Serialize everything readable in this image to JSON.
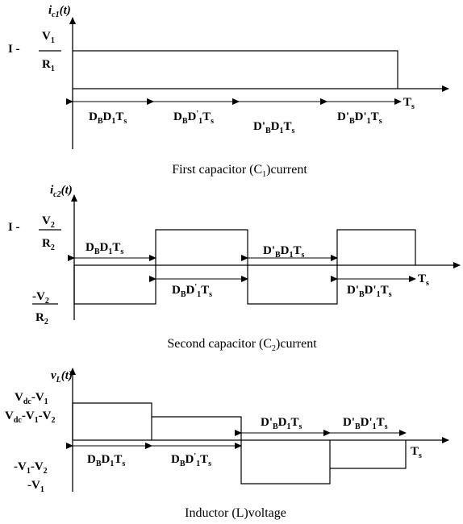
{
  "panel1": {
    "y_axis": {
      "main": "i",
      "sub": "c1",
      "tail": "(t)"
    },
    "level_prefix": "I -",
    "level_num": {
      "main": "V",
      "sub": "1"
    },
    "level_den": {
      "main": "R",
      "sub": "1"
    },
    "intervals": [
      [
        {
          "t": "D"
        },
        {
          "t": "B",
          "s": 1
        },
        {
          "t": "D"
        },
        {
          "t": "1",
          "s": 1
        },
        {
          "t": "T"
        },
        {
          "t": "s",
          "s": 1
        }
      ],
      [
        {
          "t": "D"
        },
        {
          "t": "B",
          "s": 1
        },
        {
          "t": "D"
        },
        {
          "t": "'",
          "sup": 1
        },
        {
          "t": "1",
          "s": 1
        },
        {
          "t": "T"
        },
        {
          "t": "s",
          "s": 1
        }
      ],
      [
        {
          "t": "D'"
        },
        {
          "t": "B",
          "s": 1
        },
        {
          "t": "D"
        },
        {
          "t": "1",
          "s": 1
        },
        {
          "t": "T"
        },
        {
          "t": "s",
          "s": 1
        }
      ],
      [
        {
          "t": "D'"
        },
        {
          "t": "B",
          "s": 1
        },
        {
          "t": "D'"
        },
        {
          "t": "1",
          "s": 1
        },
        {
          "t": "T"
        },
        {
          "t": "s",
          "s": 1
        }
      ]
    ],
    "period": {
      "main": "T",
      "sub": "s"
    },
    "caption": [
      {
        "t": "First capacitor (C"
      },
      {
        "t": "1",
        "s": 1
      },
      {
        "t": ")current"
      }
    ]
  },
  "panel2": {
    "y_axis": {
      "main": "i",
      "sub": "c2",
      "tail": "(t)"
    },
    "level_prefix": "I -",
    "level_num": {
      "main": "V",
      "sub": "2"
    },
    "level_den": {
      "main": "R",
      "sub": "2"
    },
    "neg_num": {
      "main": "-V",
      "sub": "2"
    },
    "neg_den": {
      "main": "R",
      "sub": "2"
    },
    "intervals": [
      [
        {
          "t": "D"
        },
        {
          "t": "B",
          "s": 1
        },
        {
          "t": "D"
        },
        {
          "t": "1",
          "s": 1
        },
        {
          "t": "T"
        },
        {
          "t": "s",
          "s": 1
        }
      ],
      [
        {
          "t": "D"
        },
        {
          "t": "B",
          "s": 1
        },
        {
          "t": "D"
        },
        {
          "t": "'",
          "sup": 1
        },
        {
          "t": "1",
          "s": 1
        },
        {
          "t": "T"
        },
        {
          "t": "s",
          "s": 1
        }
      ],
      [
        {
          "t": "D'"
        },
        {
          "t": "B",
          "s": 1
        },
        {
          "t": "D"
        },
        {
          "t": "1",
          "s": 1
        },
        {
          "t": "T"
        },
        {
          "t": "s",
          "s": 1
        }
      ],
      [
        {
          "t": "D'"
        },
        {
          "t": "B",
          "s": 1
        },
        {
          "t": "D'"
        },
        {
          "t": "1",
          "s": 1
        },
        {
          "t": "T"
        },
        {
          "t": "s",
          "s": 1
        }
      ]
    ],
    "period": {
      "main": "T",
      "sub": "s"
    },
    "caption": [
      {
        "t": "Second capacitor (C"
      },
      {
        "t": "2",
        "s": 1
      },
      {
        "t": ")current"
      }
    ]
  },
  "panel3": {
    "y_axis": {
      "main": "v",
      "sub": "L",
      "tail": "(t)"
    },
    "levels": [
      [
        {
          "t": "V"
        },
        {
          "t": "dc",
          "s": 1
        },
        {
          "t": "-V"
        },
        {
          "t": "1",
          "s": 1
        }
      ],
      [
        {
          "t": "V"
        },
        {
          "t": "dc",
          "s": 1
        },
        {
          "t": "-V"
        },
        {
          "t": "1",
          "s": 1
        },
        {
          "t": "-V"
        },
        {
          "t": "2",
          "s": 1
        }
      ],
      [
        {
          "t": "-V"
        },
        {
          "t": "1",
          "s": 1
        },
        {
          "t": "-V"
        },
        {
          "t": "2",
          "s": 1
        }
      ],
      [
        {
          "t": "-V"
        },
        {
          "t": "1",
          "s": 1
        }
      ]
    ],
    "intervals": [
      [
        {
          "t": "D"
        },
        {
          "t": "B",
          "s": 1
        },
        {
          "t": "D"
        },
        {
          "t": "1",
          "s": 1
        },
        {
          "t": "T"
        },
        {
          "t": "s",
          "s": 1
        }
      ],
      [
        {
          "t": "D"
        },
        {
          "t": "B",
          "s": 1
        },
        {
          "t": "D"
        },
        {
          "t": "'",
          "sup": 1
        },
        {
          "t": "1",
          "s": 1
        },
        {
          "t": "T"
        },
        {
          "t": "s",
          "s": 1
        }
      ],
      [
        {
          "t": "D'"
        },
        {
          "t": "B",
          "s": 1
        },
        {
          "t": "D"
        },
        {
          "t": "1",
          "s": 1
        },
        {
          "t": "T"
        },
        {
          "t": "s",
          "s": 1
        }
      ],
      [
        {
          "t": "D'"
        },
        {
          "t": "B",
          "s": 1
        },
        {
          "t": "D'"
        },
        {
          "t": "1",
          "s": 1
        },
        {
          "t": "T"
        },
        {
          "t": "s",
          "s": 1
        }
      ]
    ],
    "period": {
      "main": "T",
      "sub": "s"
    },
    "caption": "Inductor (L)voltage"
  }
}
